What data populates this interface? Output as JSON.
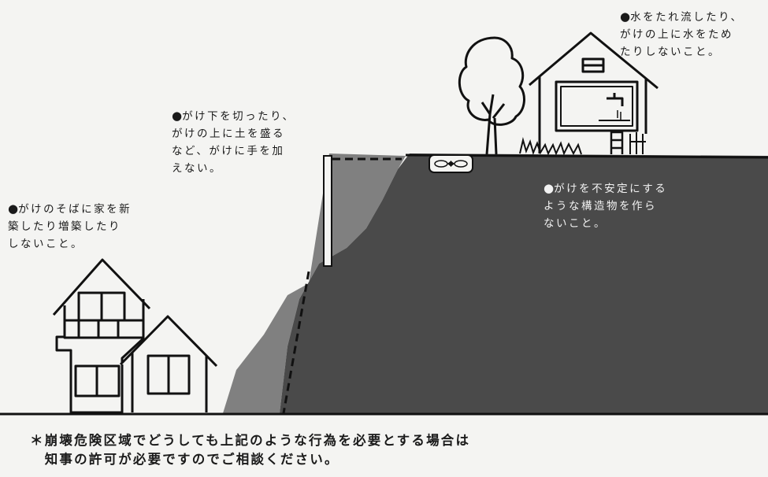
{
  "notes": {
    "water": {
      "bullet": "●",
      "text": "水をたれ流したり、\nがけの上に水をため\nたりしないこと。"
    },
    "cliff_edit": {
      "bullet": "●",
      "text": "がけ下を切ったり、\nがけの上に土を盛る\nなど、がけに手を加\nえない。"
    },
    "house_near": {
      "bullet": "●",
      "text": "がけのそばに家を新\n築したり増築したり\nしないこと。"
    },
    "structure": {
      "bullet": "●",
      "text": "がけを不安定にする\nような構造物を作ら\nないこと。"
    }
  },
  "footer": {
    "text": "＊崩壊危険区域でどうしても上記のような行為を必要とする場合は\n　知事の許可が必要ですのでご相談ください。"
  },
  "colors": {
    "cliff_dark": "#4a4a4a",
    "cliff_mid": "#7e7e7e",
    "line": "#111111",
    "paper": "#f4f4f2"
  }
}
